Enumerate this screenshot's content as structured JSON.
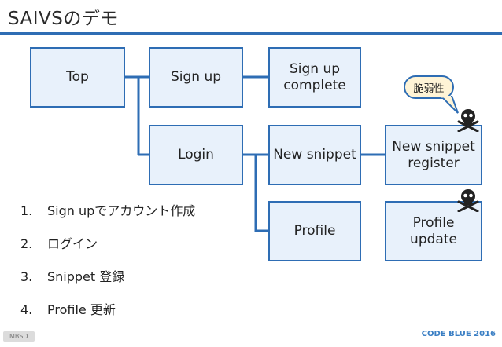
{
  "title": "SAIVSのデモ",
  "nodes": {
    "top": "Top",
    "signup": "Sign up",
    "signup_complete": "Sign up\ncomplete",
    "login": "Login",
    "new_snippet": "New snippet",
    "new_snippet_register": "New snippet\nregister",
    "profile": "Profile",
    "profile_update": "Profile\nupdate"
  },
  "vulnerability_badge": "脆弱性",
  "steps": [
    {
      "num": "1.",
      "text": "Sign upでアカウント作成"
    },
    {
      "num": "2.",
      "text": "ログイン"
    },
    {
      "num": "3.",
      "text": "Snippet 登録"
    },
    {
      "num": "4.",
      "text": "Profile 更新"
    }
  ],
  "footer": {
    "left": "MBSD",
    "right": "CODE BLUE 2016"
  },
  "colors": {
    "accent": "#2e6db4",
    "node_fill": "#e8f1fb",
    "badge_fill": "#fff4d6"
  },
  "icons": [
    "skull-crossbones-icon"
  ]
}
